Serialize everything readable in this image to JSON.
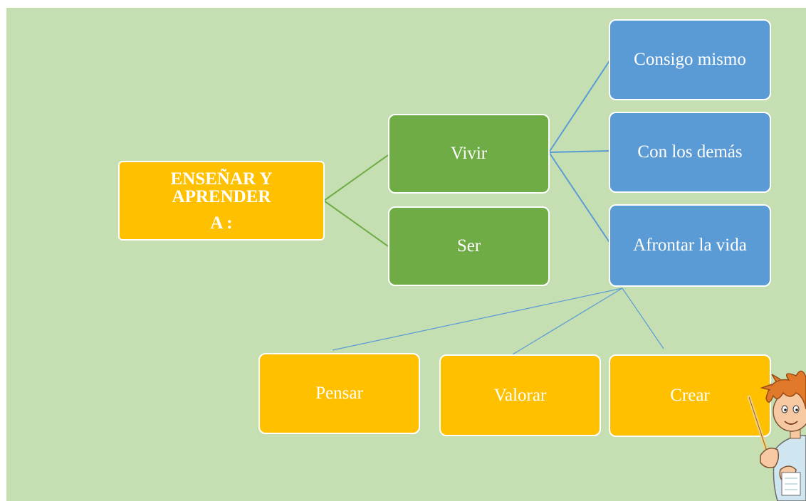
{
  "diagram": {
    "root": {
      "line1": "ENSEÑAR Y",
      "line2": "APRENDER",
      "line3": "A :"
    },
    "level1": [
      {
        "label": "Vivir"
      },
      {
        "label": "Ser"
      }
    ],
    "level2": [
      {
        "label": "Consigo mismo"
      },
      {
        "label": "Con los demás"
      },
      {
        "label": "Afrontar la vida"
      }
    ],
    "level3": [
      {
        "label": "Pensar"
      },
      {
        "label": "Valorar"
      },
      {
        "label": "Crear"
      }
    ],
    "colors": {
      "background": "#c5dfb3",
      "orange": "#ffc000",
      "green": "#6fac46",
      "blue": "#5b9bd5",
      "green_link": "#6fac46",
      "blue_link": "#5b9bd5"
    },
    "decoration": "cartoon-teacher-with-pointer"
  }
}
